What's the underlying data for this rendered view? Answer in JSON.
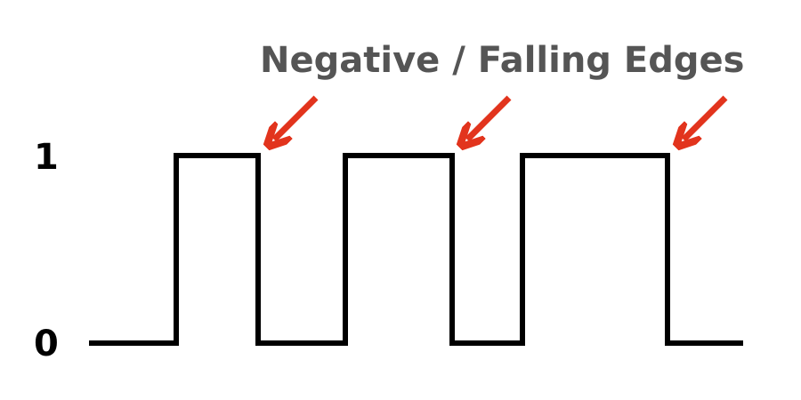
{
  "diagram": {
    "title": "Negative / Falling Edges",
    "levels": {
      "high": "1",
      "low": "0"
    },
    "signal_color": "#000000",
    "arrow_color": "#e2341d",
    "title_color": "#555555",
    "pulse_count": 3,
    "highlighted_edges": "falling"
  }
}
